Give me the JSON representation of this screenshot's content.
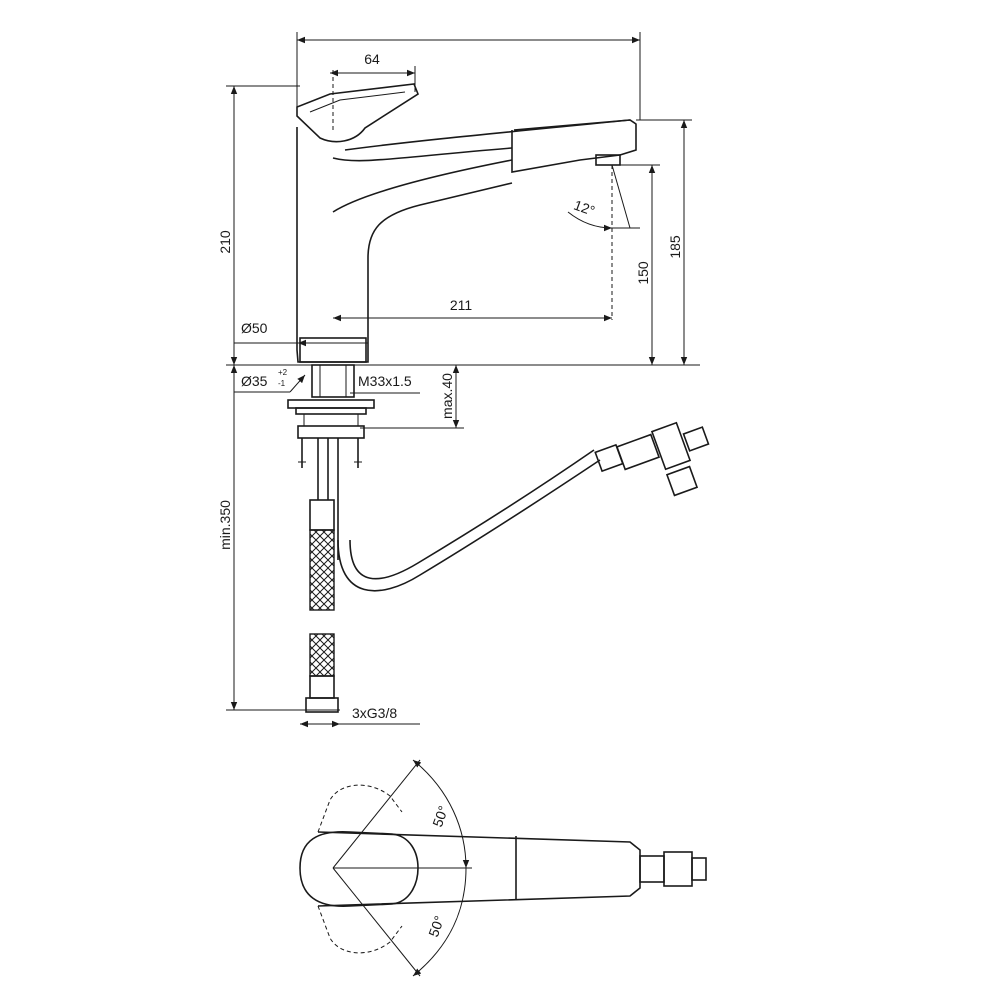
{
  "drawing": {
    "dimensions": {
      "spout_width": "64",
      "total_height": "210",
      "spout_reach": "211",
      "outlet_height": "150",
      "top_height": "185",
      "swivel_angle": "12°",
      "base_diameter": "Ø50",
      "hole_diameter": "Ø35",
      "hole_tol_plus": "+2",
      "hole_tol_minus": "-1",
      "thread": "M33x1.5",
      "max_thickness": "max.40",
      "hose_length": "min.350",
      "connections": "3xG3/8",
      "rotation_left": "50°",
      "rotation_right": "50°"
    }
  }
}
